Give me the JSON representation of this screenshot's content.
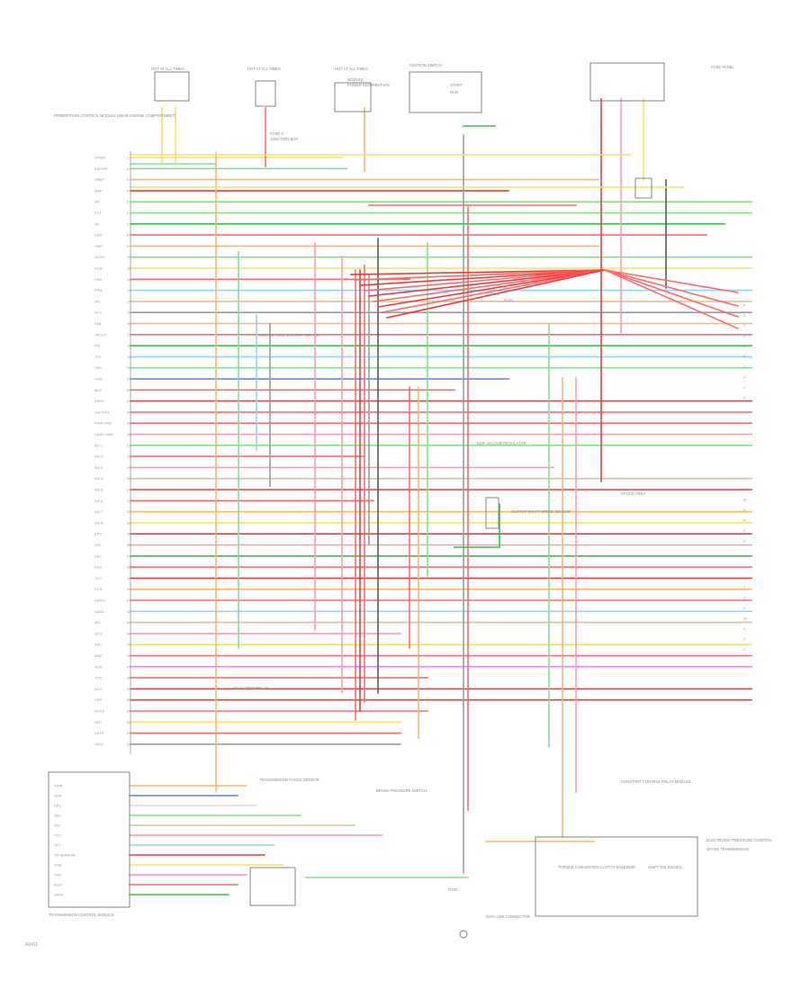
{
  "diagram": {
    "footer_code": "A0411",
    "palette": {
      "red": "#ff6b6b",
      "red_dark": "#ee3c3c",
      "pink": "#ff9bb0",
      "orange": "#ffb56a",
      "yellow": "#f3e26a",
      "light_green": "#86e08a",
      "green": "#37c24b",
      "light_blue": "#8fd6f0",
      "blue": "#5d7ee8",
      "violet": "#e98af5",
      "tan": "#d9c49a",
      "gray": "#9c9c9c",
      "black": "#5a5a5a",
      "white": "#d8d8d8"
    },
    "top_labels": [
      "HOT AT ALL TIMES",
      "HOT AT ALL TIMES",
      "HOT AT ALL TIMES",
      "MODULE",
      "POWER DISTRIBUTION",
      "FUSE 2",
      "JUNCTION BOX",
      "IGNITION SWITCH",
      "START",
      "RUN",
      "FUSE PANEL"
    ],
    "left_block_label": "POWERTRAIN CONTROL MODULE (NEAR ENGINE COMPARTMENT)",
    "bottom_left_label": "TRANSMISSION CONTROL MODULE",
    "pcm_pins": [
      "VPWR",
      "KAPWR",
      "VREF",
      "MAF",
      "IAT",
      "ECT",
      "TP",
      "CKP",
      "CMP",
      "HO2S",
      "EGR",
      "VSS",
      "FPM",
      "IAC",
      "ACC",
      "IDM",
      "SPOUT",
      "PIP",
      "TOT",
      "TSS",
      "OSS",
      "MLP",
      "PSPS",
      "SIG RTN",
      "PWR GND",
      "CASE GND",
      "INJ 1",
      "INJ 2",
      "INJ 3",
      "INJ 4",
      "INJ 5",
      "INJ 6",
      "INJ 7",
      "INJ 8",
      "EPC",
      "SS1",
      "SS2",
      "SS3",
      "TCC",
      "CCS",
      "DATA+",
      "DATA-",
      "MIL",
      "STO",
      "FPC",
      "WAC",
      "OCIL",
      "TCIL",
      "BOO",
      "CPP",
      "ACCS",
      "HFC",
      "VSTP",
      "PATS"
    ],
    "tcm_pins": [
      "PWR",
      "GND",
      "EPC",
      "SS1",
      "SS2",
      "TCC",
      "TFT",
      "TR SENSOR",
      "OSS",
      "TSS",
      "BOO",
      "DATA"
    ],
    "components": [
      "FUSE 3",
      "INERTIA FUEL SHUTOFF SWITCH",
      "A/C CLUTCH RELAY",
      "EGR VACUUM REGULATOR",
      "SPLICE AREA",
      "TRANSMISSION RANGE SENSOR",
      "OUTPUT SHAFT SPEED SENSOR",
      "CONSTANT CONTROL RELAY MODULE",
      "BRAKE PRESSURE SWITCH",
      "TORQUE CONVERTER CLUTCH SOLENOID",
      "SHIFT SOLENOIDS",
      "ELECTRONIC PRESSURE CONTROL",
      "4R70W TRANSMISSION",
      "DATA LINK CONNECTOR",
      "G100",
      "G101"
    ],
    "right_terminals": [
      "A",
      "B",
      "C",
      "D",
      "E",
      "F",
      "G",
      "H",
      "J",
      "K",
      "L",
      "M",
      "N",
      "P",
      "R",
      "S",
      "T",
      "U",
      "V",
      "W",
      "X",
      "Y",
      "Z"
    ]
  }
}
